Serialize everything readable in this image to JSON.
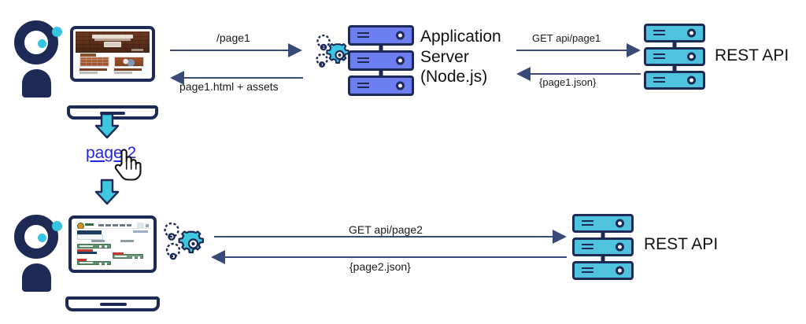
{
  "diagram": {
    "title": "Client / Application Server / REST API request flow",
    "colors": {
      "navy": "#1d2a55",
      "cyan": "#4fc3dd",
      "app_server_blue": "#6d7ff0",
      "arrow": "#3a4a78",
      "link_blue": "#2323ee"
    }
  },
  "top_row": {
    "user": {
      "icon": "user-avatar-icon"
    },
    "laptop": {
      "icon": "laptop-icon",
      "screen": "page1-website-preview"
    },
    "gears": {
      "icon": "gears-icon"
    },
    "app_server": {
      "icon": "server-rack-icon",
      "label": "Application\nServer\n(Node.js)"
    },
    "rest_api": {
      "icon": "server-rack-icon",
      "label": "REST API"
    },
    "arrows": [
      {
        "name": "browser-to-app-request",
        "label": "/page1",
        "direction": "right"
      },
      {
        "name": "app-to-browser-response",
        "label": "page1.html + assets",
        "direction": "left"
      },
      {
        "name": "app-to-rest-request",
        "label": "GET api/page1",
        "direction": "right"
      },
      {
        "name": "rest-to-app-response",
        "label": "{page1.json}",
        "direction": "left"
      }
    ]
  },
  "middle": {
    "arrow_down_top": {
      "icon": "down-arrow-icon"
    },
    "link": {
      "label": "page 2"
    },
    "cursor": {
      "icon": "pointer-hand-cursor-icon"
    },
    "arrow_down_bottom": {
      "icon": "down-arrow-icon"
    }
  },
  "bottom_row": {
    "user": {
      "icon": "user-avatar-icon"
    },
    "laptop": {
      "icon": "laptop-icon",
      "screen": "page2-dashboard-preview"
    },
    "gears": {
      "icon": "gears-icon"
    },
    "rest_api": {
      "icon": "server-rack-icon",
      "label": "REST API"
    },
    "arrows": [
      {
        "name": "client-to-rest-request",
        "label": "GET api/page2",
        "direction": "right"
      },
      {
        "name": "rest-to-client-response",
        "label": "{page2.json}",
        "direction": "left"
      }
    ]
  }
}
